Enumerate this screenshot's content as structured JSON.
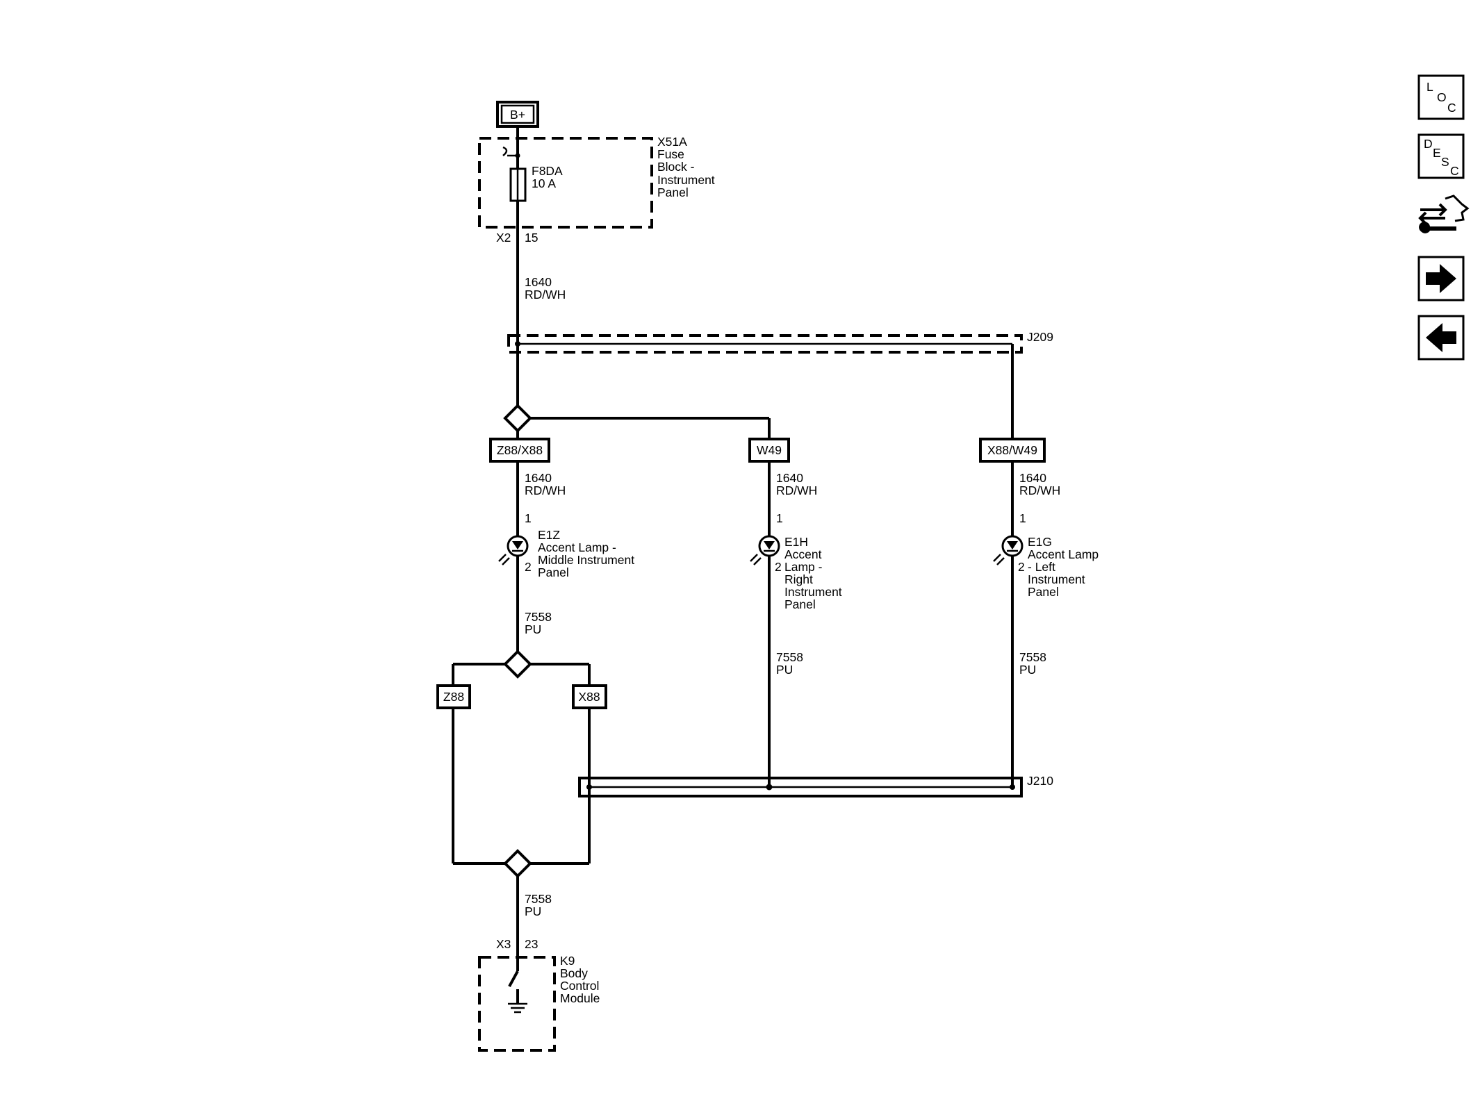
{
  "power": {
    "label": "B+"
  },
  "fuse_block": {
    "id": "X51A",
    "name_lines": [
      "Fuse",
      "Block -",
      "Instrument",
      "Panel"
    ]
  },
  "fuse": {
    "id": "F8DA",
    "rating": "10 A"
  },
  "fuse_out": {
    "connector": "X2",
    "pin": "15"
  },
  "wire_top": {
    "circuit": "1640",
    "color": "RD/WH"
  },
  "splice_top": {
    "id": "J209"
  },
  "splice_bottom": {
    "id": "J210"
  },
  "option_labels": {
    "a": "Z88/X88",
    "b": "W49",
    "c": "X88/W49",
    "z88": "Z88",
    "x88": "X88"
  },
  "branches": [
    {
      "circuit": "1640",
      "color": "RD/WH",
      "pin_in": "1",
      "id": "E1Z",
      "name_lines": [
        "Accent Lamp -",
        "Middle Instrument",
        "Panel"
      ],
      "pin_out": "2",
      "out_circuit": "7558",
      "out_color": "PU"
    },
    {
      "circuit": "1640",
      "color": "RD/WH",
      "pin_in": "1",
      "id": "E1H",
      "name_lines": [
        "Accent",
        "Lamp -",
        "Right",
        "Instrument",
        "Panel"
      ],
      "pin_out": "2",
      "out_circuit": "7558",
      "out_color": "PU"
    },
    {
      "circuit": "1640",
      "color": "RD/WH",
      "pin_in": "1",
      "id": "E1G",
      "name_lines": [
        "Accent Lamp",
        "- Left",
        "Instrument",
        "Panel"
      ],
      "pin_out": "2",
      "out_circuit": "7558",
      "out_color": "PU"
    }
  ],
  "wire_bottom": {
    "circuit": "7558",
    "color": "PU"
  },
  "bcm_in": {
    "connector": "X3",
    "pin": "23"
  },
  "bcm": {
    "id": "K9",
    "name_lines": [
      "Body",
      "Control",
      "Module"
    ]
  },
  "nav": {
    "loc": [
      "L",
      "O",
      "C"
    ],
    "desc": [
      "D",
      "E",
      "S",
      "C"
    ],
    "icons": [
      "connector-repair-icon",
      "arrow-right-icon",
      "arrow-left-icon"
    ]
  }
}
